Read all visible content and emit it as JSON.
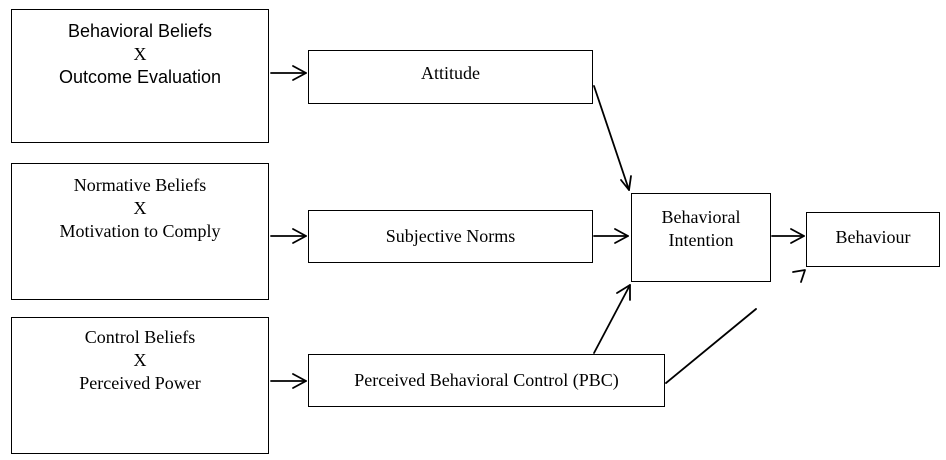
{
  "beliefs": [
    {
      "line1": "Behavioral Beliefs",
      "x": "X",
      "line2": "Outcome Evaluation"
    },
    {
      "line1": "Normative Beliefs",
      "x": "X",
      "line2": "Motivation to Comply"
    },
    {
      "line1": "Control Beliefs",
      "x": "X",
      "line2": "Perceived Power"
    }
  ],
  "constructs": {
    "attitude": "Attitude",
    "subjective_norms": "Subjective Norms",
    "pbc": "Perceived Behavioral Control (PBC)"
  },
  "intention": {
    "line1": "Behavioral",
    "line2": "Intention"
  },
  "behaviour": "Behaviour"
}
